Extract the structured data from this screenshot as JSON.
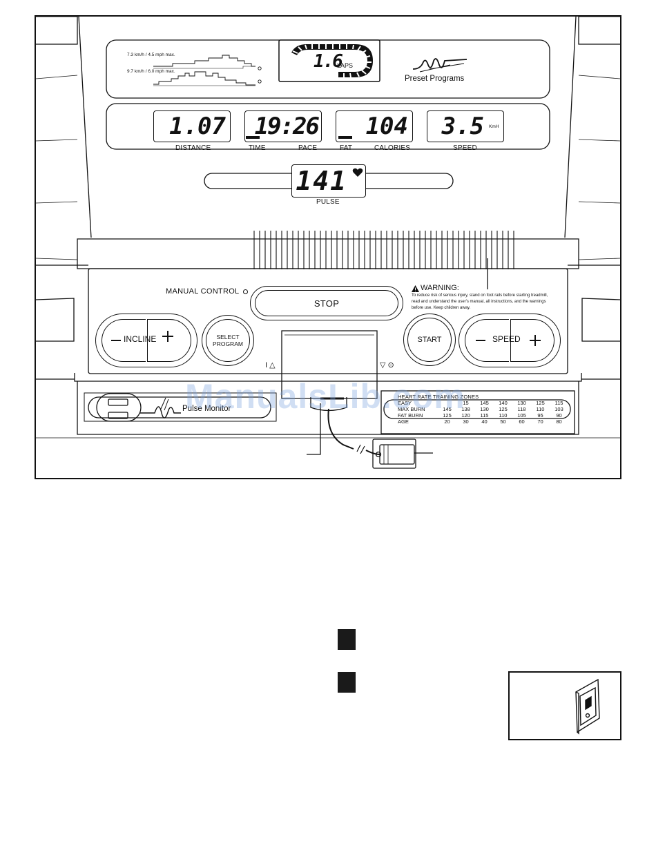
{
  "profiles": {
    "line1": "7.3 km/h / 4.5 mph max.",
    "line2": "9.7 km/h / 6.0 mph max."
  },
  "track": {
    "value": "1.6",
    "unit": "LAPS"
  },
  "preset_programs": "Preset Programs",
  "displays": [
    {
      "value": "1.07",
      "label_left": "DISTANCE",
      "label_right": ""
    },
    {
      "value": "19:26",
      "label_left": "TIME",
      "label_right": "PACE"
    },
    {
      "value": "104",
      "label_left": "FAT",
      "label_right": "CALORIES"
    },
    {
      "value": "3.5",
      "unit": "KmH",
      "label_left": "SPEED",
      "label_right": ""
    }
  ],
  "pulse": {
    "value": "141",
    "label": "PULSE"
  },
  "manual_control": "MANUAL CONTROL",
  "stop": "STOP",
  "warning": {
    "title": "WARNING:",
    "line1": "To reduce risk of serious injury, stand on foot rails before starting treadmill,",
    "line2": "read and understand the user's manual, all instructions, and the warnings",
    "line3": "before use.  Keep children away."
  },
  "buttons": {
    "incline": "INCLINE",
    "select_line1": "SELECT",
    "select_line2": "PROGRAM",
    "start": "START",
    "speed": "SPEED"
  },
  "pulse_monitor": "Pulse Monitor",
  "zones": {
    "title": "HEART RATE TRAINING ZONES",
    "rows": [
      {
        "name": "EASY",
        "values": [
          "",
          "15",
          "145",
          "140",
          "130",
          "125",
          "115"
        ]
      },
      {
        "name": "MAX BURN",
        "values": [
          "145",
          "138",
          "130",
          "125",
          "118",
          "110",
          "103"
        ]
      },
      {
        "name": "FAT BURN",
        "values": [
          "125",
          "120",
          "115",
          "110",
          "105",
          "95",
          "90"
        ]
      },
      {
        "name": "AGE",
        "values": [
          "20",
          "30",
          "40",
          "50",
          "60",
          "70",
          "80"
        ]
      }
    ]
  },
  "watermark": "ManualsLib.com"
}
